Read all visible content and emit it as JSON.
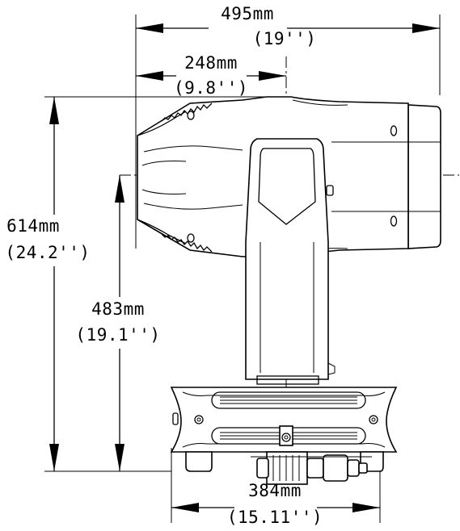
{
  "dimensions": {
    "overall_length": {
      "metric": "495mm",
      "imperial": "(19'')"
    },
    "pivot_offset": {
      "metric": "248mm",
      "imperial": "(9.8'')"
    },
    "overall_height": {
      "metric": "614mm",
      "imperial": "(24.2'')"
    },
    "tilt_axis_height": {
      "metric": "483mm",
      "imperial": "(19.1'')"
    },
    "base_width": {
      "metric": "384mm",
      "imperial": "(15.11'')"
    }
  }
}
